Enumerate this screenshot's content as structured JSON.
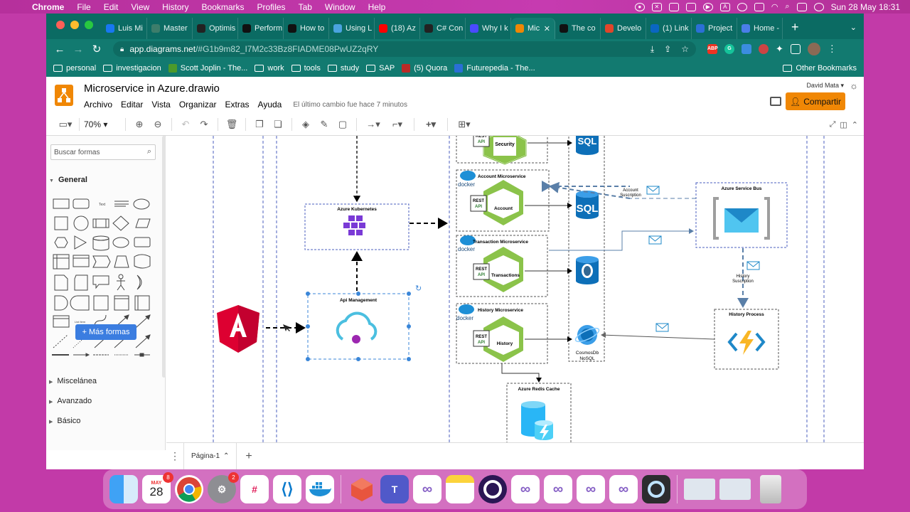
{
  "menubar": {
    "app": "Chrome",
    "items": [
      "File",
      "Edit",
      "View",
      "History",
      "Bookmarks",
      "Profiles",
      "Tab",
      "Window",
      "Help"
    ],
    "datetime": "Sun 28 May  18:31"
  },
  "tabs": [
    {
      "label": "Luis Mi",
      "color": "#1877f2"
    },
    {
      "label": "Master",
      "color": "#3d7d6b"
    },
    {
      "label": "Optimis",
      "color": "#222222"
    },
    {
      "label": "Perform",
      "color": "#111111"
    },
    {
      "label": "How to",
      "color": "#111111"
    },
    {
      "label": "Using L",
      "color": "#4aa3df"
    },
    {
      "label": "(18) Az",
      "color": "#ff0000"
    },
    {
      "label": "C# Con",
      "color": "#222222"
    },
    {
      "label": "Why I k",
      "color": "#4a4aff"
    },
    {
      "label": "Mic",
      "color": "#f08705",
      "active": true
    },
    {
      "label": "The co",
      "color": "#111111"
    },
    {
      "label": "Develo",
      "color": "#e0452a"
    },
    {
      "label": "(1) Link",
      "color": "#0a66c2"
    },
    {
      "label": "Project",
      "color": "#2b6fd6"
    },
    {
      "label": "Home -",
      "color": "#4a7ee8"
    }
  ],
  "address": {
    "host": "app.diagrams.net",
    "path": "/#G1b9m82_I7M2c33Bz8FIADME08PwUZ2qRY"
  },
  "bookmarks": [
    "personal",
    "investigacion",
    "Scott Joplin - The...",
    "work",
    "tools",
    "study",
    "SAP",
    "(5) Quora",
    "Futurepedia - The...",
    "Other Bookmarks"
  ],
  "drawio": {
    "title": "Microservice in Azure.drawio",
    "menu": [
      "Archivo",
      "Editar",
      "Vista",
      "Organizar",
      "Extras",
      "Ayuda"
    ],
    "last_change": "El último cambio fue hace 7 minutos",
    "user": "David Mata",
    "share": "Compartir",
    "zoom": "70%",
    "search_placeholder": "Buscar formas",
    "sections": [
      "General",
      "Miscelánea",
      "Avanzado",
      "Básico"
    ],
    "more_shapes": "Más formas",
    "page_tab": "Página-1"
  },
  "diagram": {
    "security_label": "Security",
    "rest": "REST",
    "api": "API",
    "sql": "SQL",
    "account_ms": "Account Microservice",
    "account": "Account",
    "docker": "docker",
    "transaction_ms": "Transaction Microservice",
    "transactions": "Transactions",
    "history_ms": "History Microservice",
    "history": "History",
    "kubernetes": "Azure Kubernetes",
    "api_management": "Api Management",
    "service_bus": "Azure Service Bus",
    "account_subscription": [
      "Account",
      "Suscription"
    ],
    "history_subscription": [
      "History",
      "Suscription"
    ],
    "history_process": "History Process",
    "cosmos": [
      "CosmosDb",
      "NoSQL"
    ],
    "redis": "Azure Redis Cache"
  },
  "dock": {
    "calendar_month": "MAY",
    "calendar_day": "28",
    "calendar_badge": "8",
    "settings_badge": "2"
  }
}
